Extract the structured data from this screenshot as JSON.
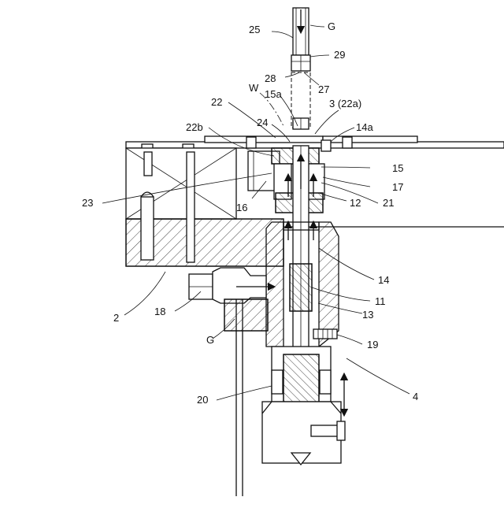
{
  "labels": {
    "l25": "25",
    "lG_top": "G",
    "l29": "29",
    "l28": "28",
    "l27": "27",
    "lW": "W",
    "l15a": "15a",
    "l3": "3 (22a)",
    "l22": "22",
    "l24": "24",
    "l14a": "14a",
    "l22b": "22b",
    "l15": "15",
    "l17": "17",
    "l23": "23",
    "l16": "16",
    "l12": "12",
    "l21": "21",
    "l14": "14",
    "l11": "11",
    "l18": "18",
    "l13": "13",
    "l2": "2",
    "lG_bottom": "G",
    "l19": "19",
    "l4": "4",
    "l20": "20"
  }
}
